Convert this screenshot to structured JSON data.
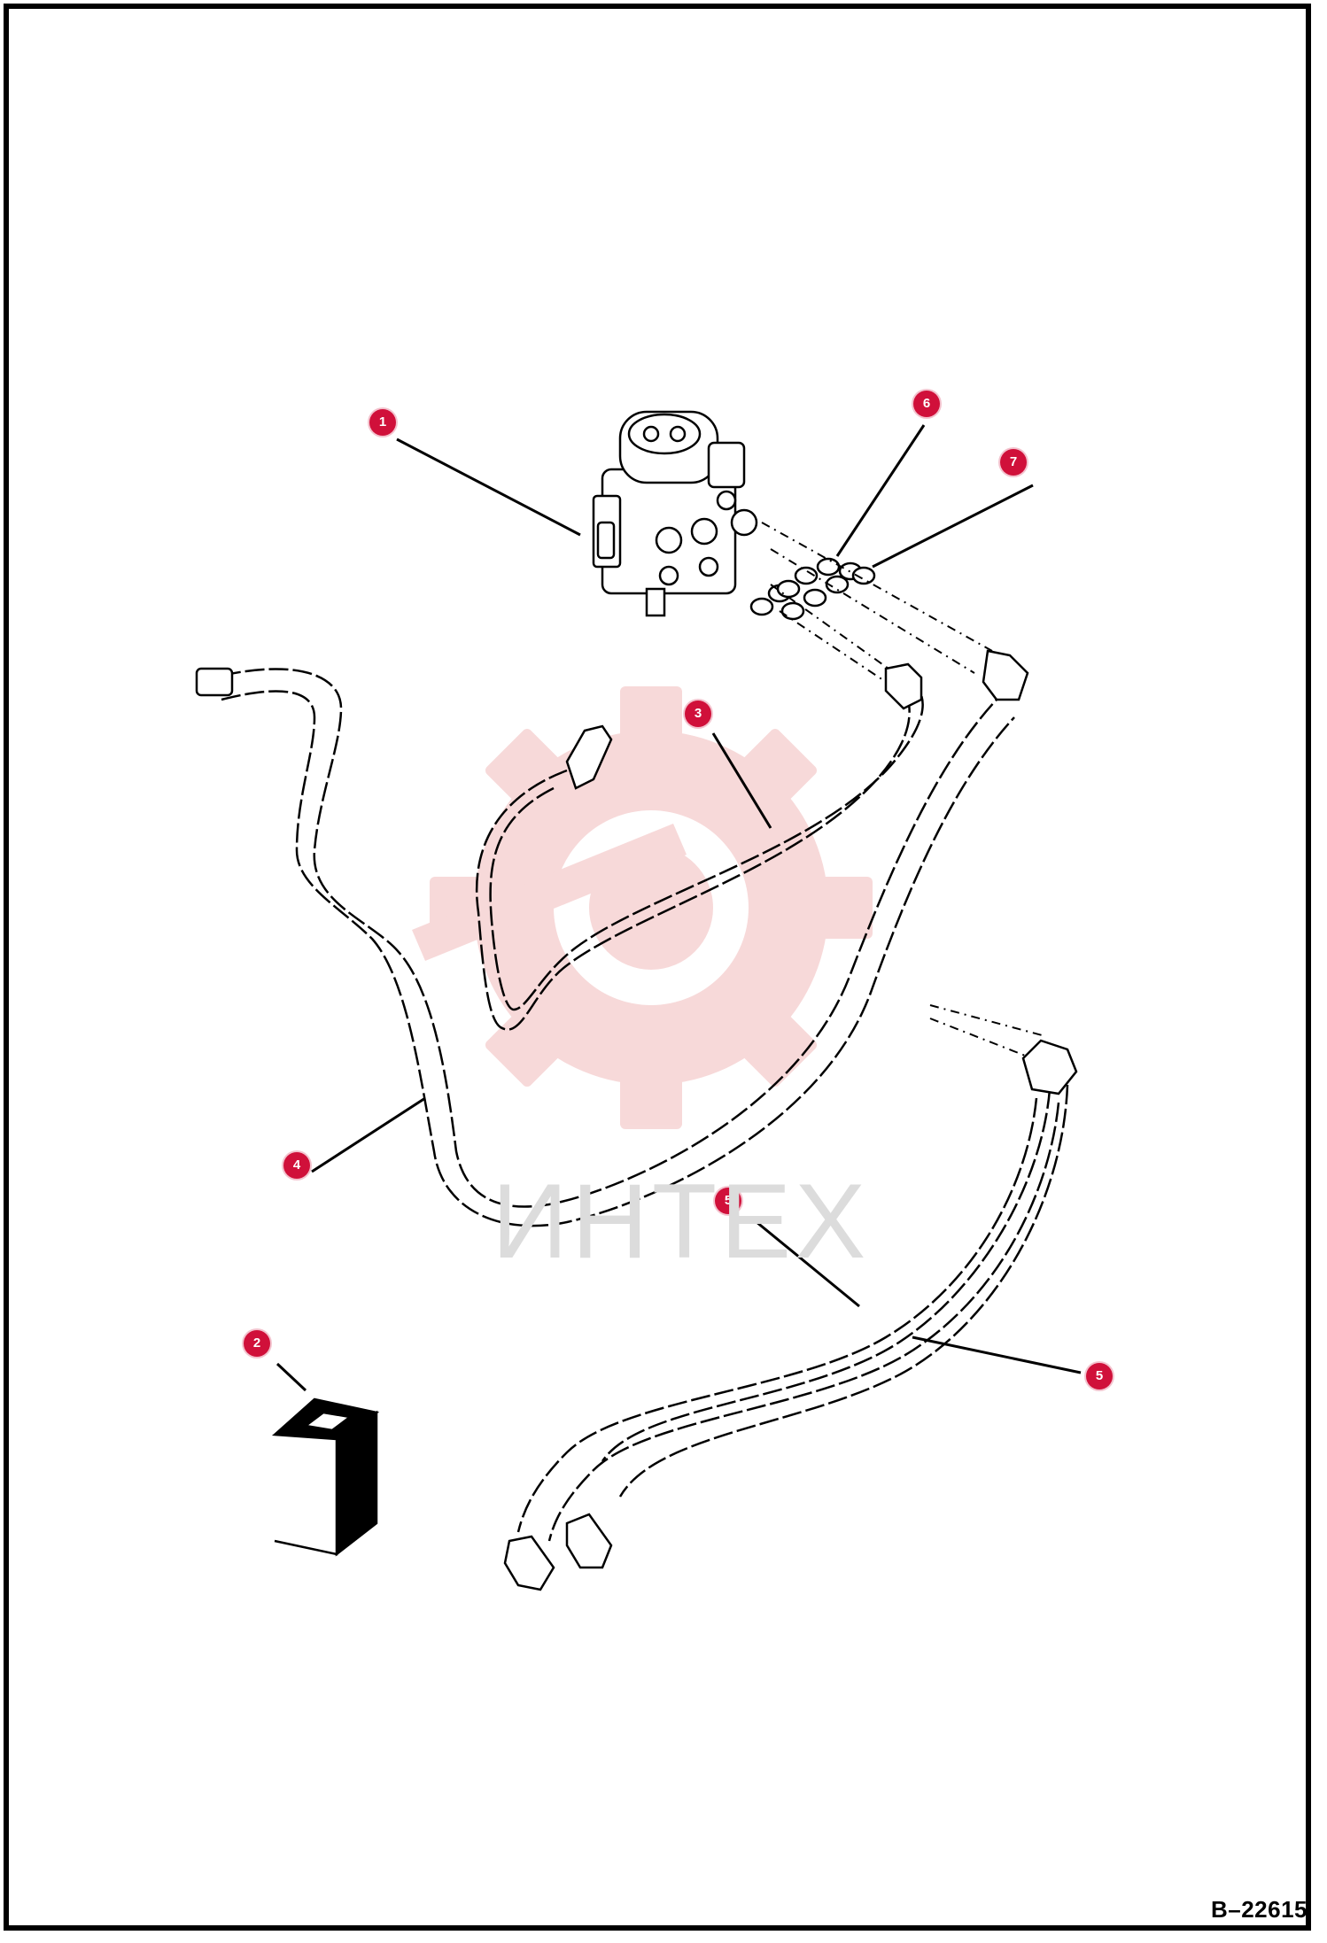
{
  "diagram": {
    "drawing_number": "B–22615",
    "watermark_text": "ИНТЕХ",
    "callouts": [
      "1",
      "6",
      "7",
      "3",
      "4",
      "5",
      "2",
      "5"
    ]
  },
  "colors": {
    "callout": "#d0103a",
    "line": "#000000",
    "watermark": "#f4c9c9"
  }
}
